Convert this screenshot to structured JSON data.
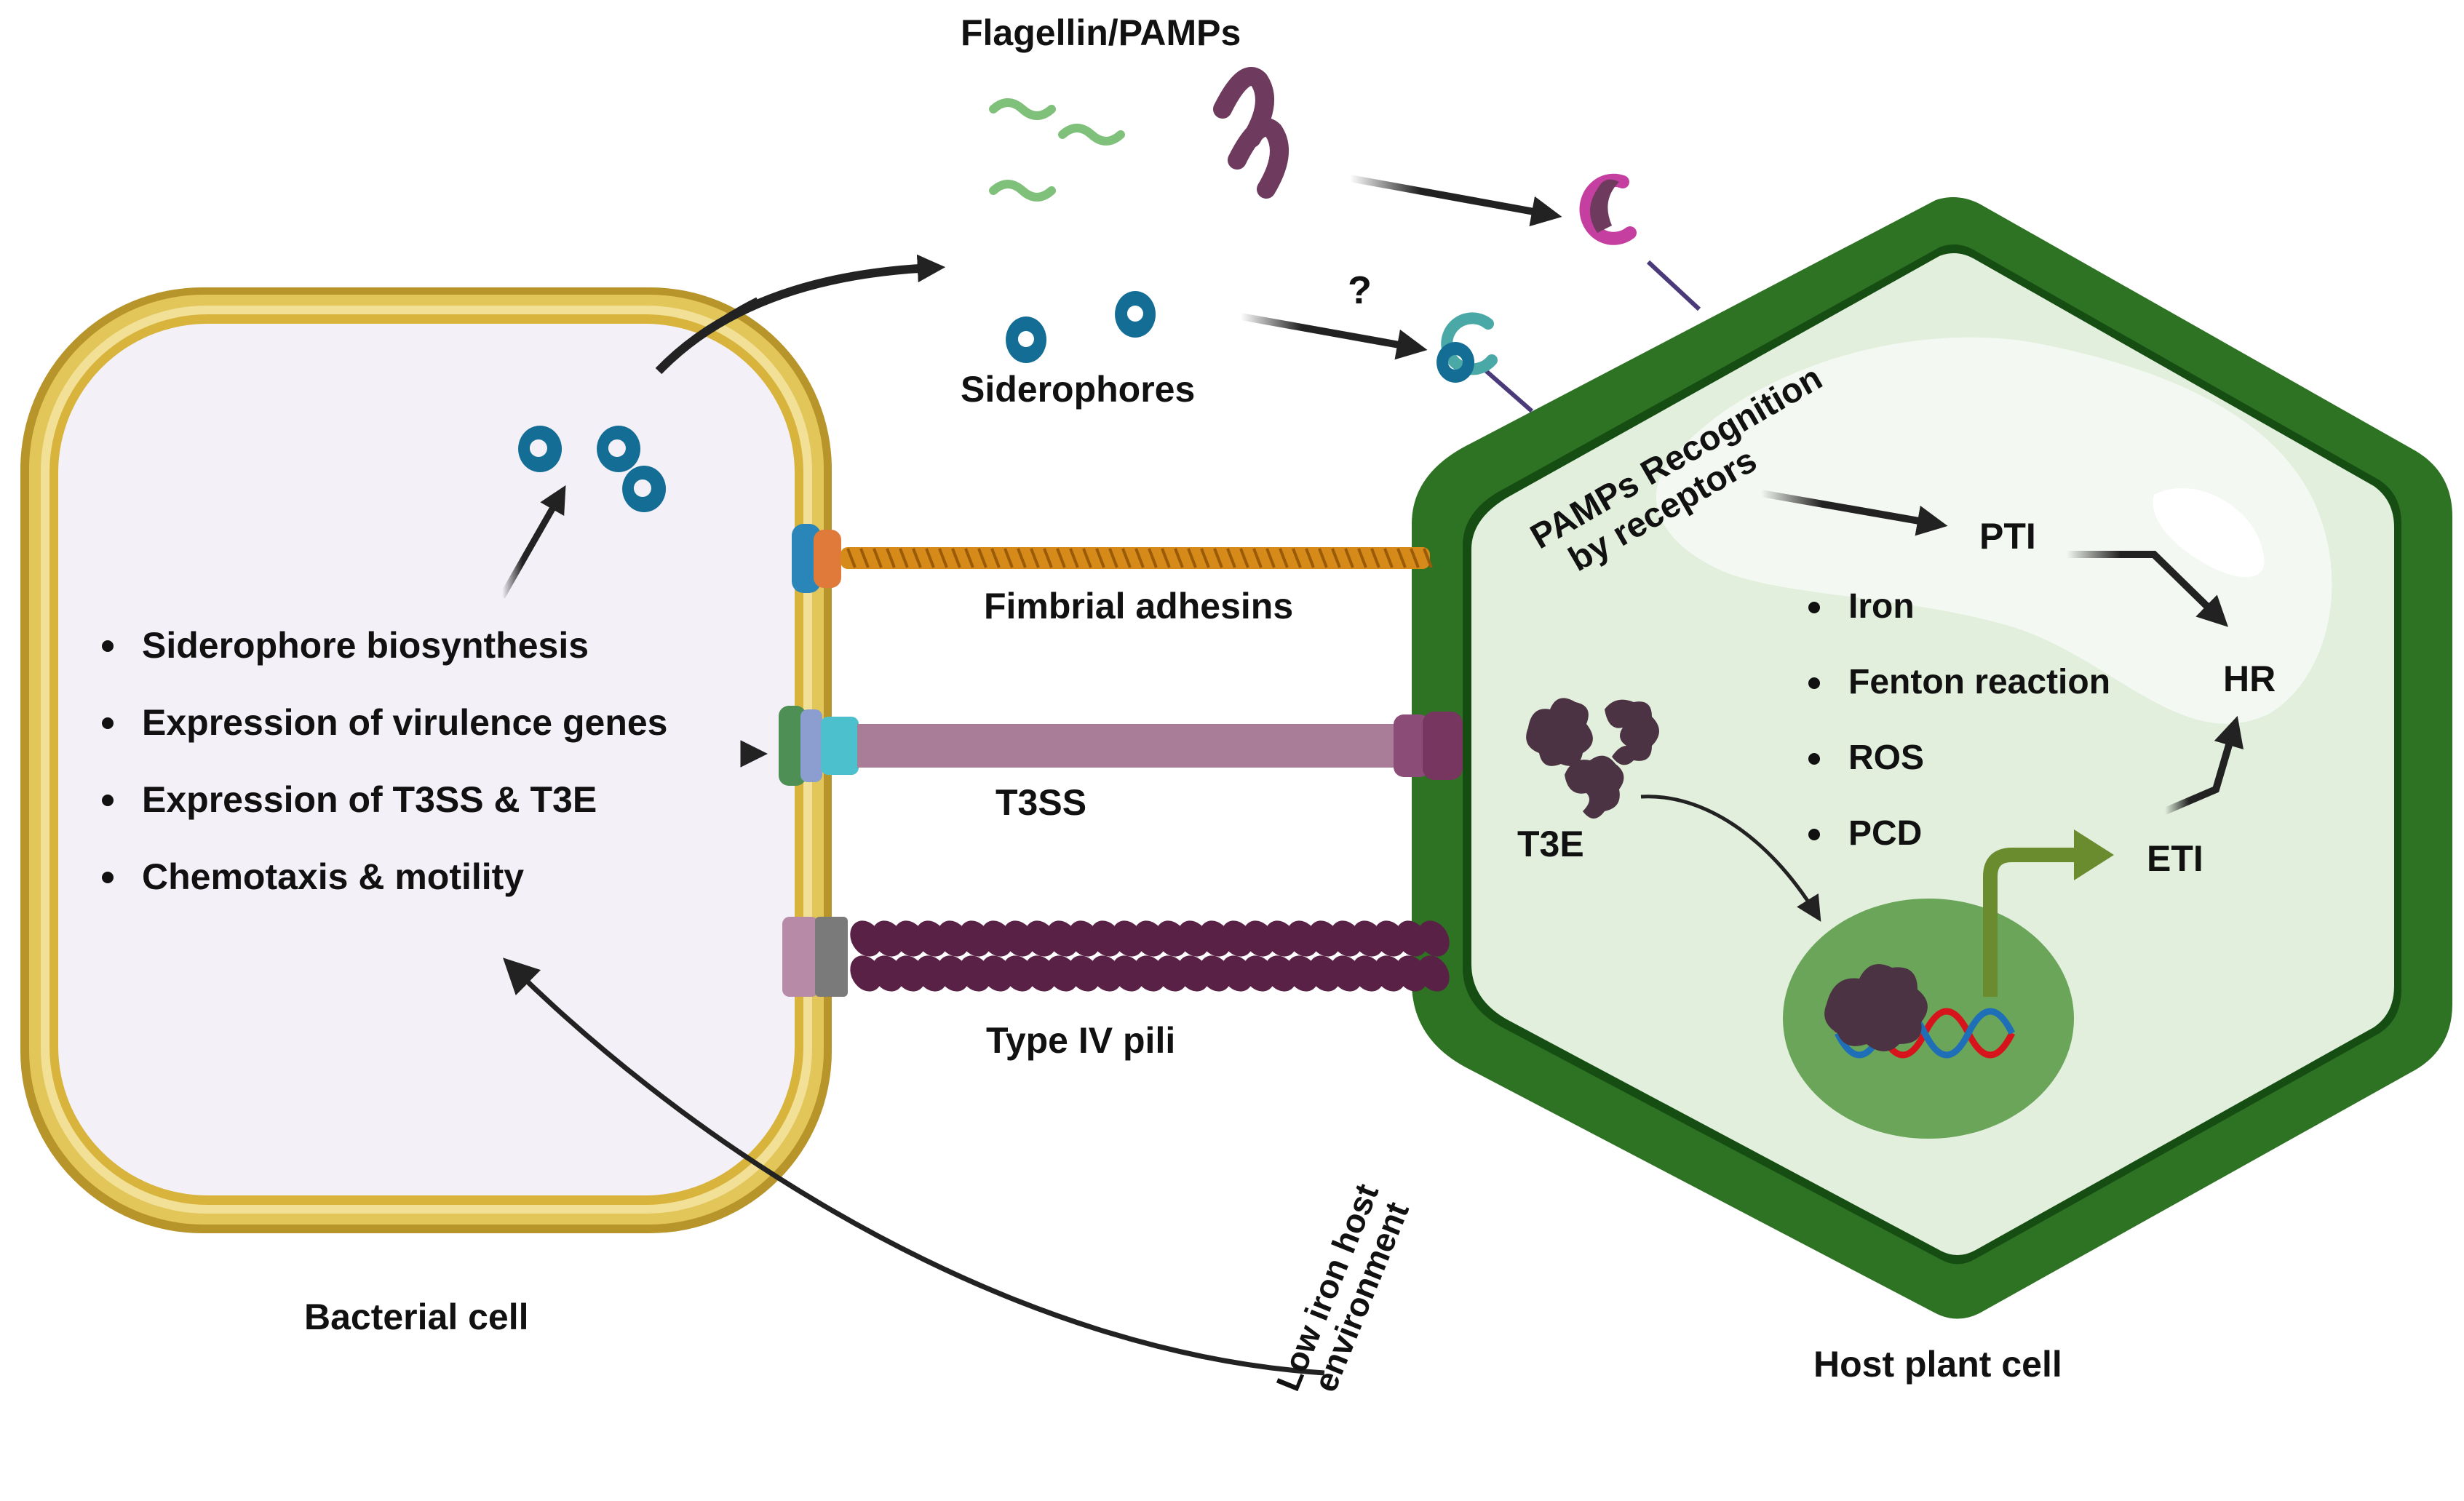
{
  "diagram": {
    "title": "Bacterial siderophore and virulence interaction with host plant cell",
    "top_labels": {
      "flagellin": "Flagellin/PAMPs",
      "siderophores": "Siderophores",
      "question": "?"
    },
    "bacterial_cell": {
      "label": "Bacterial cell",
      "bullets": [
        "Siderophore biosynthesis",
        "Expression of virulence genes",
        "Expression of T3SS & T3E",
        "Chemotaxis & motility"
      ]
    },
    "connectors": {
      "fimbrial": "Fimbrial adhesins",
      "t3ss": "T3SS",
      "pili": "Type IV pili"
    },
    "environment_label": [
      "Low iron host",
      "environment"
    ],
    "host_cell": {
      "label": "Host plant cell",
      "recognition": [
        "PAMPs Recognition",
        "by receptors"
      ],
      "pti": "PTI",
      "hr": "HR",
      "eti": "ETI",
      "t3e": "T3E",
      "bullets": [
        "Iron",
        "Fenton reaction",
        "ROS",
        "PCD"
      ]
    },
    "colors": {
      "bacterial_wall_outer": "#b8952a",
      "bacterial_wall_mid": "#e2c65a",
      "bacterial_wall_light": "#f1e095",
      "bacterial_cytoplasm": "#f4f0f7",
      "siderophore_blue": "#136d95",
      "flagellin_green": "#7fc07a",
      "pamp_purple": "#6e3a5e",
      "receptor_magenta": "#c53fa0",
      "receptor_teal": "#4aa9a6",
      "host_wall": "#2e7223",
      "host_wall_dark": "#154d12",
      "host_cytoplasm": "#e1efdc",
      "vacuole": "#f4f8f2",
      "nucleus": "#6aa55a",
      "effector_dark": "#4b3343",
      "fimbria_orange": "#d68a1a",
      "t3ss_pink": "#a97c97",
      "pili_purple": "#5a2146",
      "eti_arrow": "#6b8b2f",
      "dna_red": "#d7141c",
      "dna_blue": "#1f6fb8",
      "arrow_dark": "#222222"
    }
  }
}
